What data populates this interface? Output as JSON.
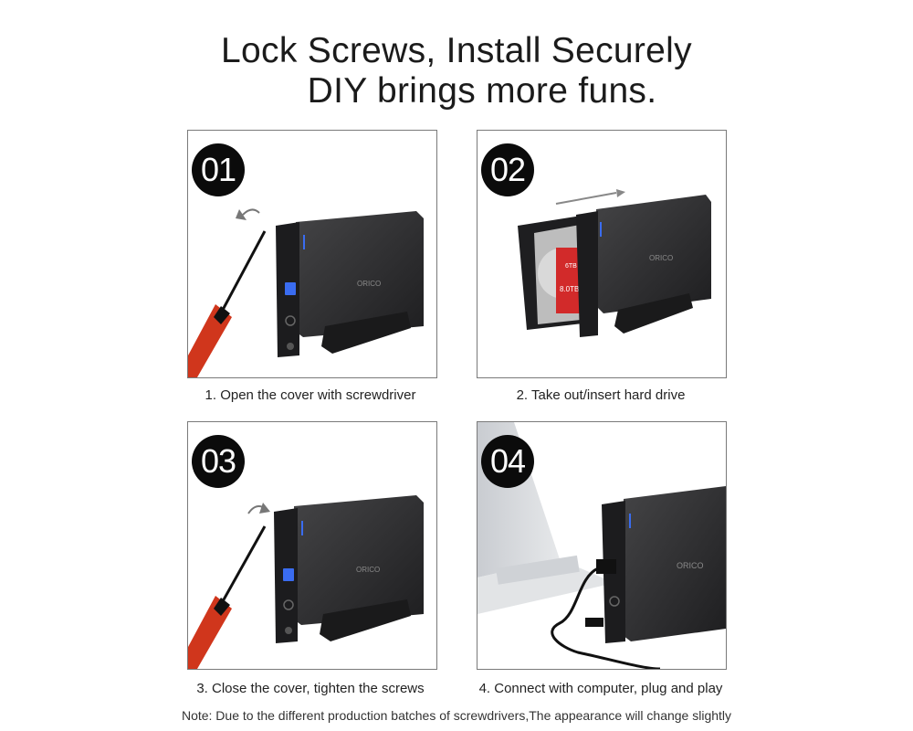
{
  "header": {
    "line1": "Lock Screws, Install Securely",
    "line2": "DIY brings more funs."
  },
  "steps": [
    {
      "number": "01",
      "caption": "1. Open the cover with screwdriver"
    },
    {
      "number": "02",
      "caption": "2. Take out/insert hard drive"
    },
    {
      "number": "03",
      "caption": "3. Close the cover, tighten the screws"
    },
    {
      "number": "04",
      "caption": "4. Connect with computer, plug and play"
    }
  ],
  "brand": "ORICO",
  "drive_label": {
    "badge": "6TB",
    "capacity": "8.0TB"
  },
  "note": "Note: Due to the different production batches of screwdrivers,The appearance will change slightly",
  "colors": {
    "enclosure": "#2b2b2c",
    "badge": "#0b0b0b",
    "handle": "#d0361c",
    "accent_light": "#3a6cf0",
    "hdd_label": "#d22a2a"
  }
}
